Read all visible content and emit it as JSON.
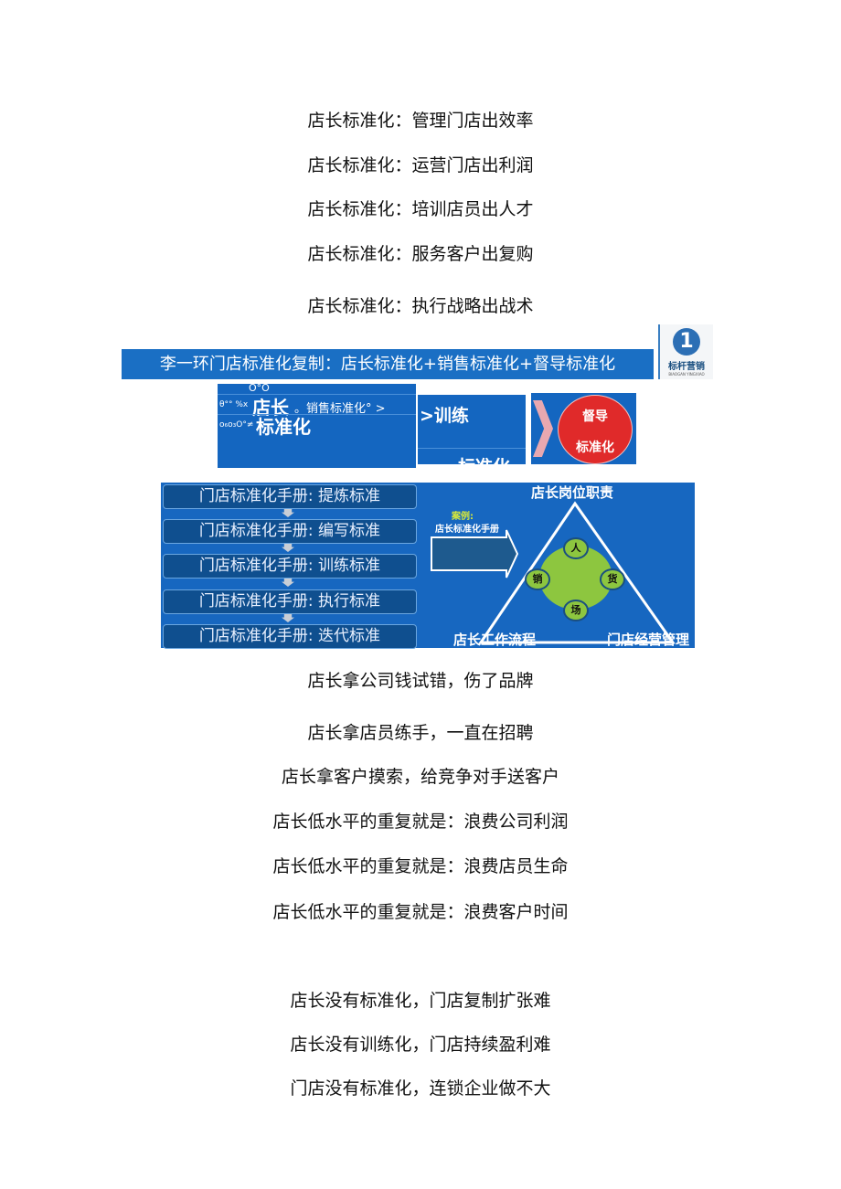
{
  "top_lines": [
    "店长标准化：管理门店出效率",
    "店长标准化：运营门店出利润",
    "店长标准化：培训店员出人才",
    "店长标准化：服务客户出复购",
    "店长标准化：执行战略出战术"
  ],
  "banner": {
    "title": "李一环门店标准化复制：店长标准化+销售标准化+督导标准化",
    "logo_text": "标杆营销",
    "logo_sub": "BIAOGAN YINGXIAO",
    "logo_number": "1"
  },
  "box1": {
    "noise_top": "O°O",
    "noise_left": "θ°° %x",
    "title_a": "店长",
    "title_b": "标准化",
    "sub": "。销售标准化° >",
    "noise_left2": "o₆o₃O°≠"
  },
  "box2": {
    "title": ">训练",
    "bottom": "标准化"
  },
  "box3": {
    "circle_a": "督导",
    "circle_b": "标准化"
  },
  "diagram": {
    "steps": [
      "门店标准化手册:  提炼标准",
      "门店标准化手册:  编写标准",
      "门店标准化手册:  训练标准",
      "门店标准化手册:  执行标准",
      "门店标准化手册:  迭代标准"
    ],
    "case_label": "案例:",
    "case_text": "店长标准化手册",
    "top_label": "店长岗位职责",
    "left_label": "店长工作流程",
    "right_label": "门店经营管理",
    "nodes": {
      "top": "人",
      "left": "销",
      "right": "货",
      "bottom": "场"
    }
  },
  "bottom_lines": [
    "店长拿公司钱试错，伤了品牌",
    "店长拿店员练手，一直在招聘",
    "店长拿客户摸索，给竞争对手送客户",
    "店长低水平的重复就是：浪费公司利润",
    "店长低水平的重复就是：浪费店员生命",
    "店长低水平的重复就是：浪费客户时间",
    "店长没有标准化，门店复制扩张难",
    "店长没有训练化，门店持续盈利难",
    "门店没有标准化，连锁企业做不大"
  ]
}
